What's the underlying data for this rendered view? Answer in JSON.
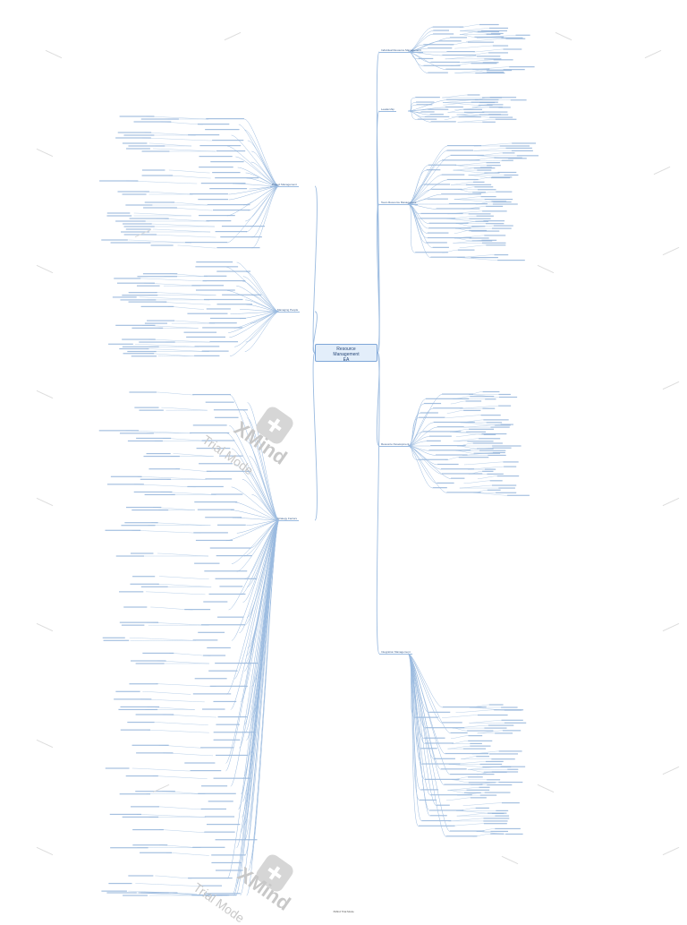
{
  "diagram": {
    "central_topic": [
      "Resource",
      "Management",
      "EA"
    ],
    "branches_right": [
      "Individual Resource Management",
      "Leadership",
      "Team Resource Management",
      "Resource Development",
      "Integration Management"
    ],
    "branches_left": [
      "Project Management",
      "Managing People",
      "Strategy Factors"
    ],
    "accent_color": "#7ea6d8",
    "line_color": "#9bbbe0",
    "text_color": "#3a5f8f"
  },
  "watermark": {
    "brand": "XMind",
    "mode": "Trial Mode"
  },
  "footer": "XMind Trial Mode"
}
